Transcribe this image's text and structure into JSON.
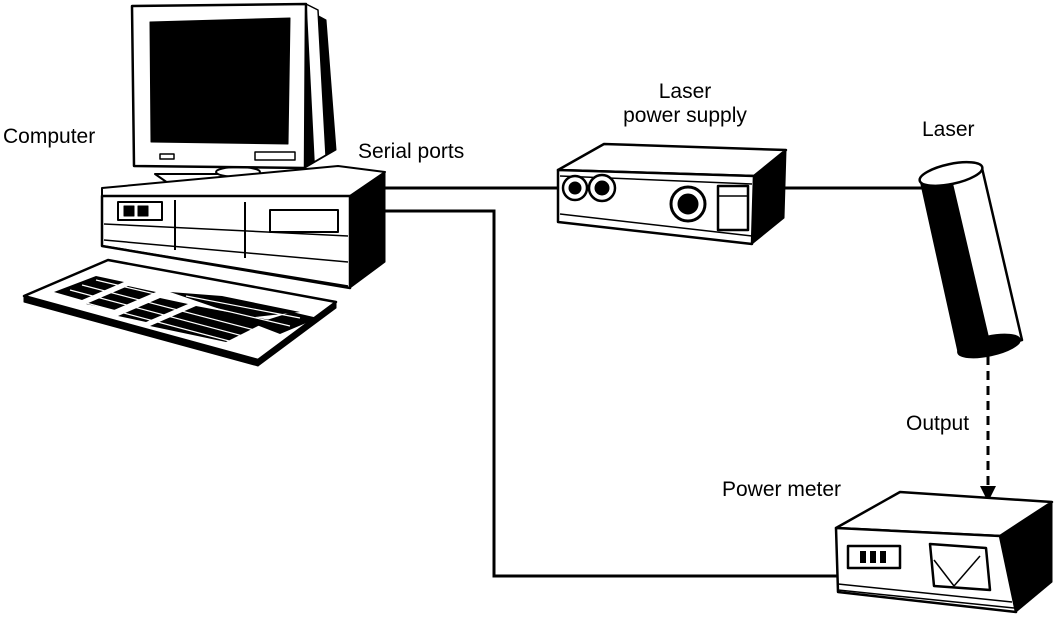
{
  "labels": {
    "computer": "Computer",
    "serial_ports": "Serial ports",
    "laser_power_supply_line1": "Laser",
    "laser_power_supply_line2": "power supply",
    "laser": "Laser",
    "output": "Output",
    "power_meter": "Power meter"
  },
  "colors": {
    "ink": "#000000",
    "paper": "#ffffff"
  },
  "icons": {
    "computer": "desktop-computer-icon",
    "laser_power_supply": "laser-power-supply-icon",
    "laser": "laser-tube-icon",
    "power_meter": "power-meter-icon"
  }
}
